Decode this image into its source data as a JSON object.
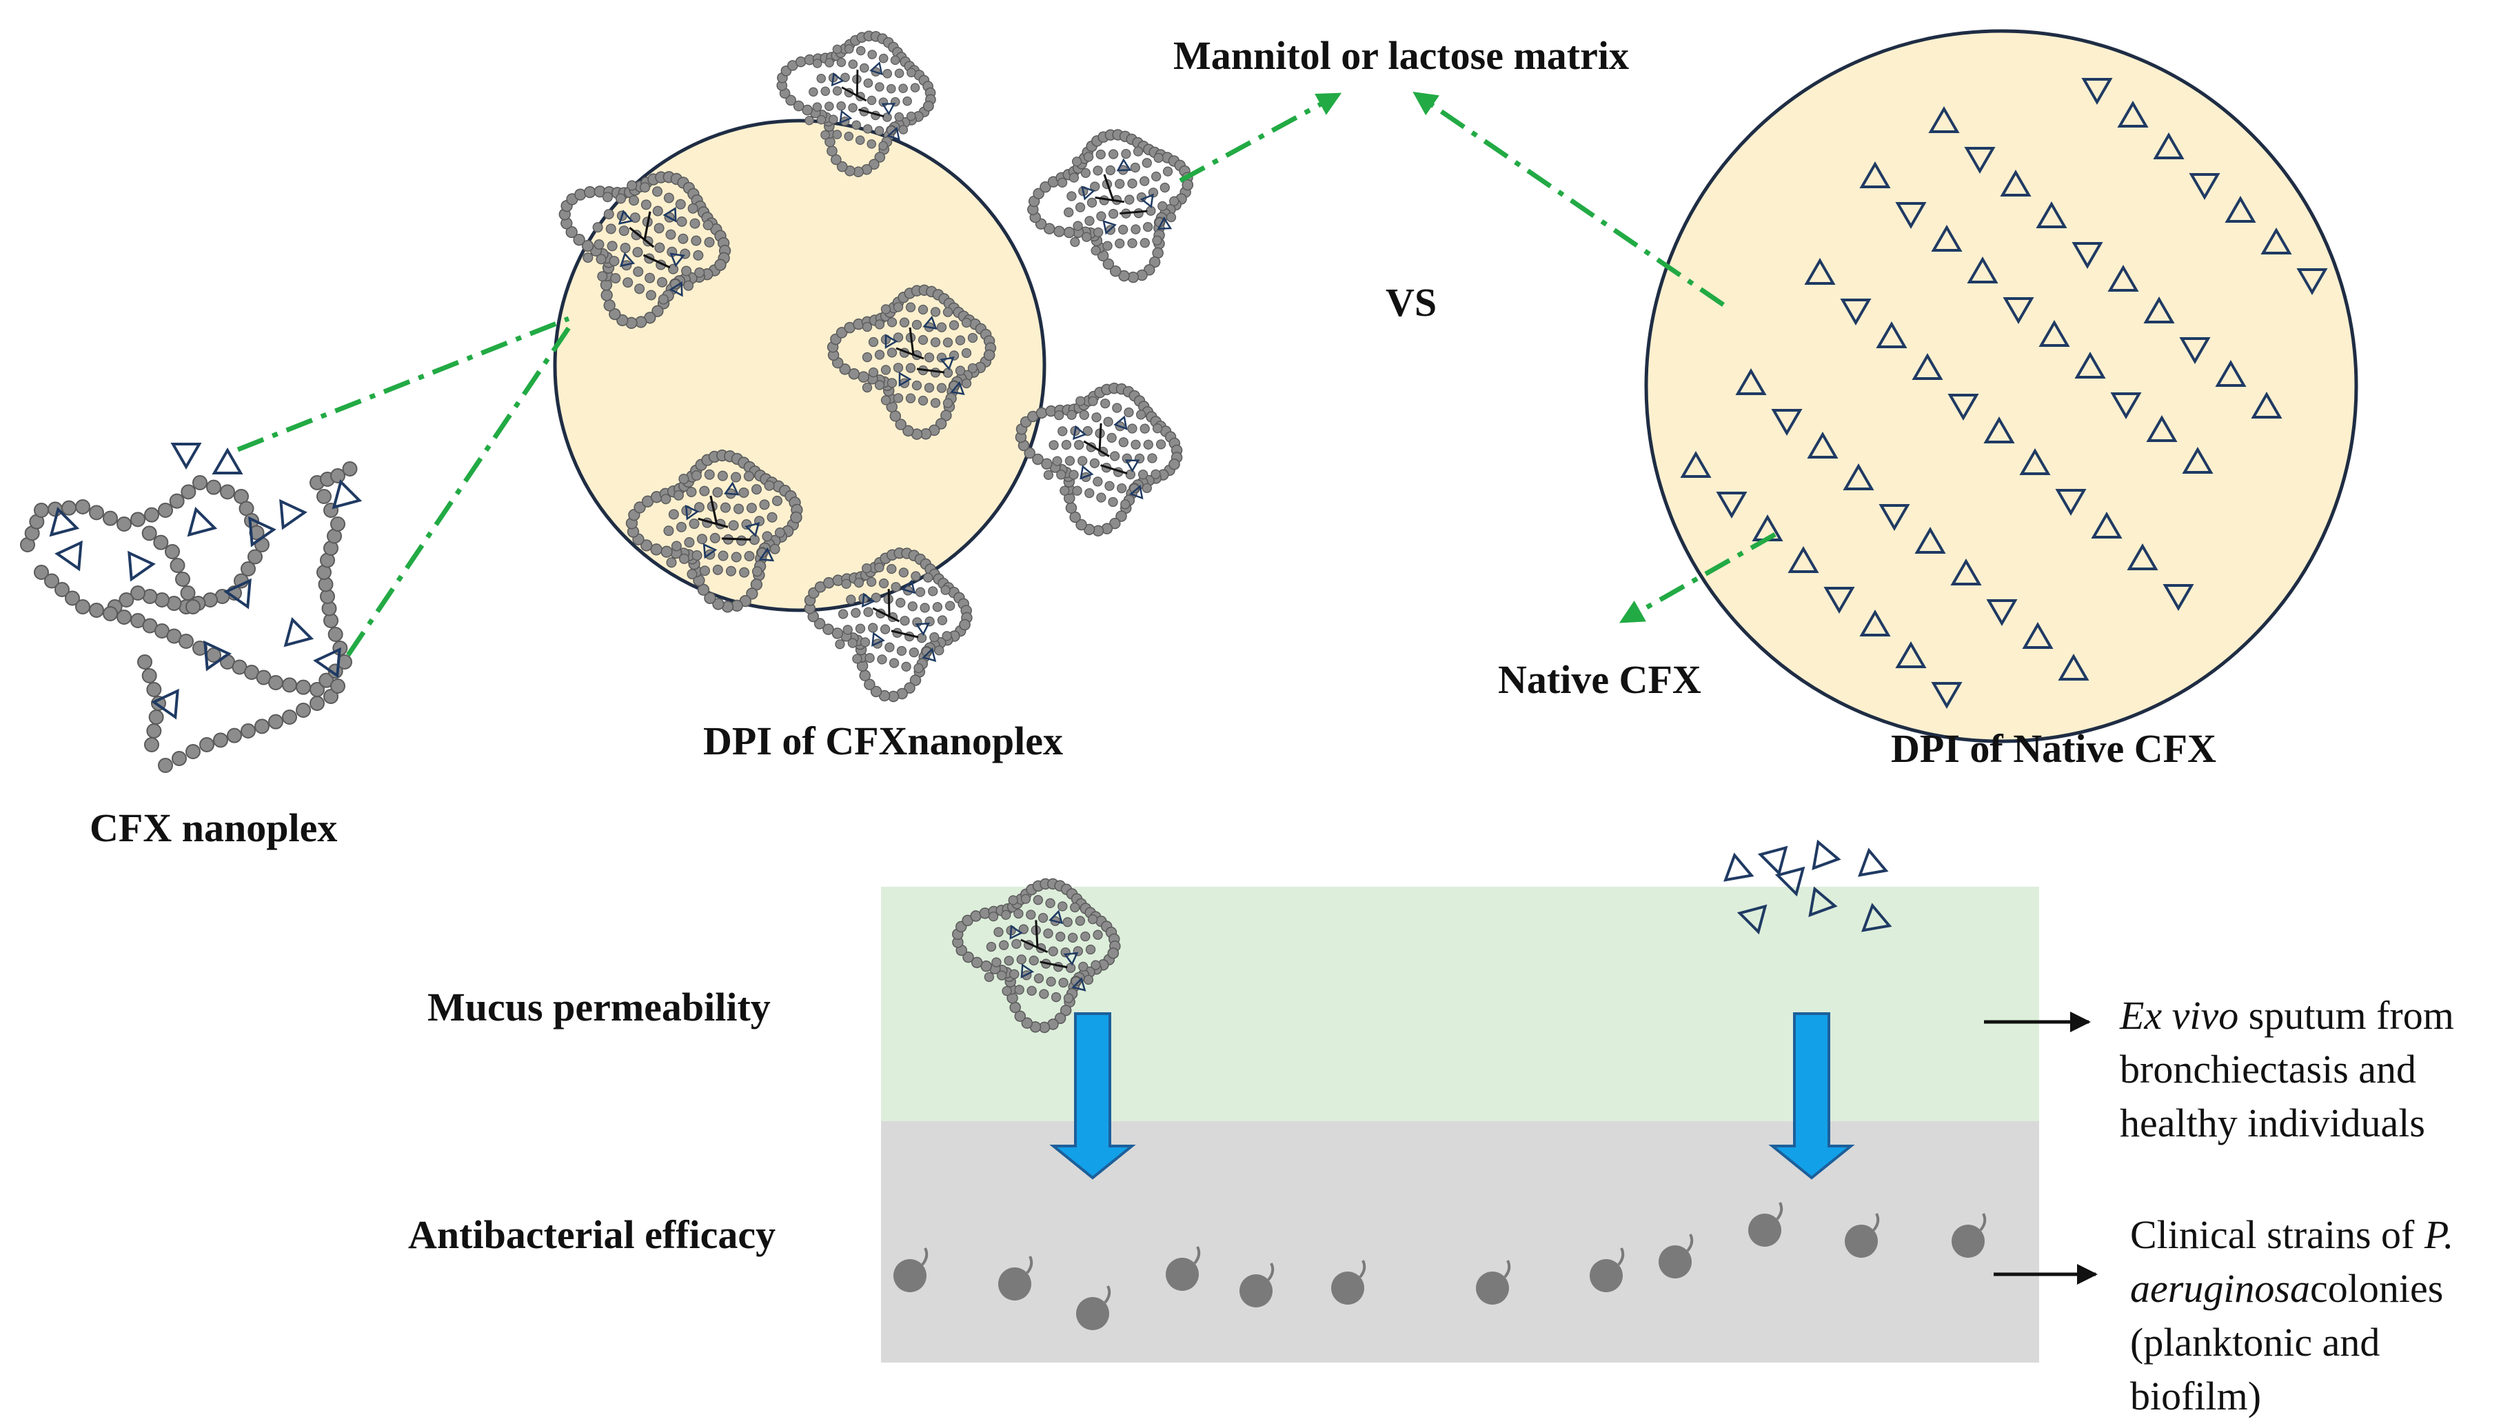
{
  "labels": {
    "matrix": "Mannitol or lactose matrix",
    "vs": "VS",
    "cfx_nanoplex": "CFX nanoplex",
    "dpi_nanoplex": "DPI of CFXnanoplex",
    "native_cfx": "Native CFX",
    "dpi_native": "DPI of Native CFX",
    "mucus": "Mucus permeability",
    "antibacterial": "Antibacterial efficacy",
    "sputum_line1_italic": "Ex vivo",
    "sputum_line1_rest": " sputum from",
    "sputum_line2": "bronchiectasis and",
    "sputum_line3": "healthy individuals",
    "clinical_line1_pre": "Clinical strains of ",
    "clinical_line1_italic": "P.",
    "clinical_line2_italic": "aeruginosa",
    "clinical_line2_rest": "colonies",
    "clinical_line3": "(planktonic and",
    "clinical_line4": "biofilm)"
  },
  "colors": {
    "circle_fill": "#fdf0cf",
    "circle_stroke": "#1f2d44",
    "mucus_band": "#ddeedb",
    "gray_band": "#d9d9d9",
    "dash_arrow": "#22aa44",
    "blue_arrow": "#12a0e8",
    "blue_arrow_stroke": "#1d5f9a",
    "bead": "#8c8c8c",
    "bead_stroke": "#5a5a5a",
    "triangle": "#1f3a63",
    "bacterium": "#7a7a7a"
  }
}
